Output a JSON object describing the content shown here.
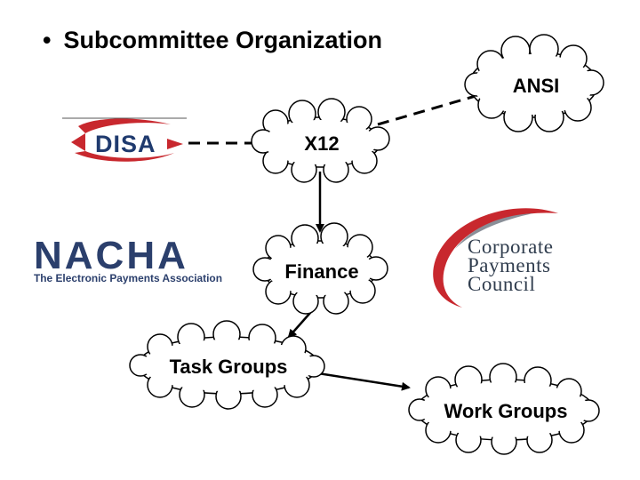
{
  "slide": {
    "bullet": "•",
    "title": "Subcommittee Organization"
  },
  "nodes": {
    "ansi": "ANSI",
    "x12": "X12",
    "finance": "Finance",
    "task_groups": "Task Groups",
    "work_groups": "Work Groups"
  },
  "logos": {
    "disa": {
      "text": "DISA",
      "colors": {
        "text": "#1f3a6e",
        "swoosh": "#c8282e"
      }
    },
    "nacha": {
      "name": "NACHA",
      "tagline": "The Electronic Payments Association",
      "color": "#2b3f6c"
    },
    "cpc": {
      "line1": "Corporate",
      "line2": "Payments",
      "line3": "Council",
      "colors": {
        "text": "#303d4e",
        "swoosh": "#c8282e",
        "gray": "#8a8f98"
      }
    }
  },
  "connectors": [
    {
      "from": "disa",
      "to": "x12",
      "style": "dashed"
    },
    {
      "from": "x12",
      "to": "ansi",
      "style": "dashed"
    },
    {
      "from": "x12",
      "to": "finance",
      "style": "arrow"
    },
    {
      "from": "finance",
      "to": "task_groups",
      "style": "arrow"
    },
    {
      "from": "task_groups",
      "to": "work_groups",
      "style": "arrow"
    }
  ]
}
